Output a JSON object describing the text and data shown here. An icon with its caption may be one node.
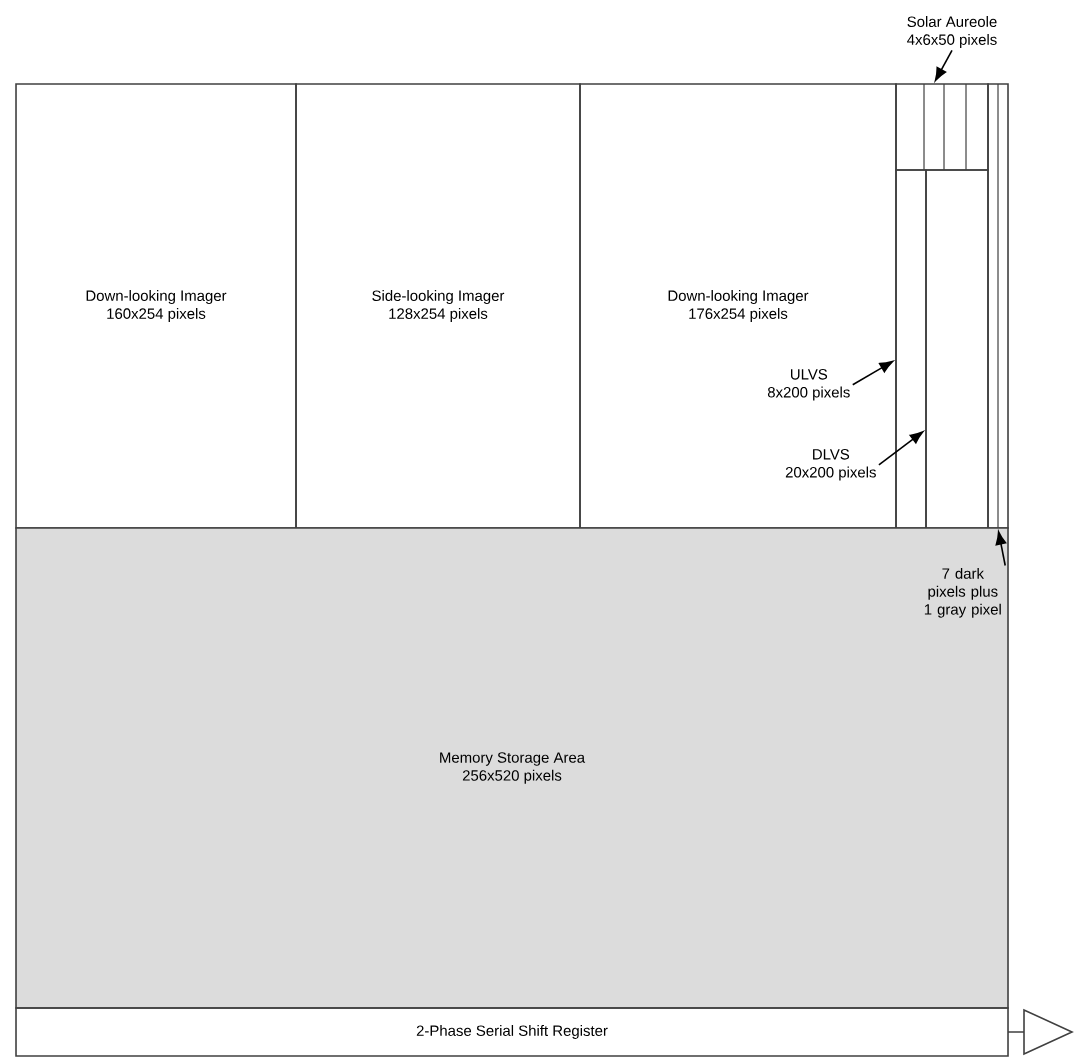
{
  "diagram": {
    "nodes": [
      {
        "text": [
          "Down-looking Imager",
          "160x254 pixels"
        ]
      },
      {
        "text": [
          "Side-looking Imager",
          "128x254 pixels"
        ]
      },
      {
        "text": [
          "Down-looking Imager",
          "176x254 pixels"
        ]
      },
      {
        "text": [],
        "shape": "box"
      },
      {
        "text": [],
        "shape": "box"
      },
      {
        "text": [],
        "shape": "bar"
      },
      {
        "text": [],
        "shape": "box"
      },
      {
        "text": [
          "Memory Storage Area",
          "256x520 pixels"
        ]
      },
      {
        "text": [
          "2-Phase Serial Shift Register"
        ]
      },
      {
        "text": [
          "Solar Aureole",
          "4x6x50 pixels"
        ]
      },
      {
        "text": [
          "ULVS",
          "8x200 pixels"
        ],
        "in": 2
      },
      {
        "text": [
          "DLVS",
          "20x200 pixels"
        ],
        "in": 2
      },
      {
        "text": [
          "7 dark pixels plus 1 gray pixel"
        ],
        "in": 7
      }
    ],
    "edges": [
      {
        "from": 9,
        "to": 6,
        "arrow": "to"
      },
      {
        "from": 10,
        "to": 3,
        "arrow": "to"
      },
      {
        "from": 11,
        "to": 4,
        "arrow": "to"
      },
      {
        "from": 12,
        "to": 5,
        "arrow": "to"
      }
    ]
  }
}
